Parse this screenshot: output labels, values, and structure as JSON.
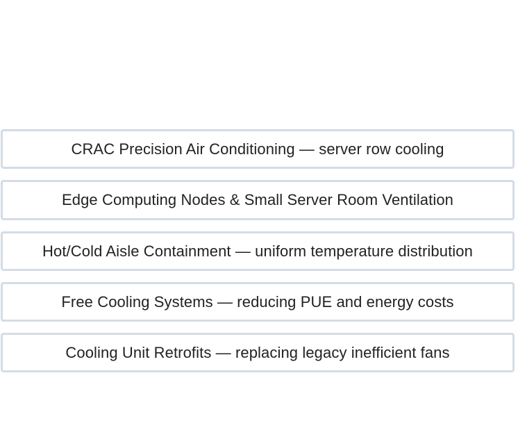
{
  "options": [
    {
      "label": "CRAC Precision Air Conditioning — server row cooling"
    },
    {
      "label": "Edge Computing Nodes & Small Server Room Ventilation"
    },
    {
      "label": "Hot/Cold Aisle Containment — uniform temperature distribution"
    },
    {
      "label": "Free Cooling Systems — reducing PUE and energy costs"
    },
    {
      "label": "Cooling Unit Retrofits — replacing legacy inefficient fans"
    }
  ]
}
